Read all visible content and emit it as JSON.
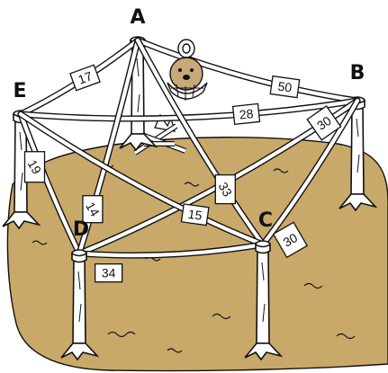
{
  "vertices": [
    {
      "id": "A",
      "label": "A"
    },
    {
      "id": "B",
      "label": "B"
    },
    {
      "id": "C",
      "label": "C"
    },
    {
      "id": "D",
      "label": "D"
    },
    {
      "id": "E",
      "label": "E"
    }
  ],
  "edges": [
    {
      "from": "A",
      "to": "E",
      "weight": "17"
    },
    {
      "from": "A",
      "to": "B",
      "weight": "50"
    },
    {
      "from": "E",
      "to": "B",
      "weight": "28"
    },
    {
      "from": "B",
      "to": "D",
      "weight": "30"
    },
    {
      "from": "E",
      "to": "D",
      "weight": "19"
    },
    {
      "from": "A",
      "to": "D",
      "weight": "14"
    },
    {
      "from": "A",
      "to": "C",
      "weight": "33"
    },
    {
      "from": "E",
      "to": "C",
      "weight": "15"
    },
    {
      "from": "B",
      "to": "C",
      "weight": "30"
    },
    {
      "from": "D",
      "to": "C",
      "weight": "34"
    }
  ],
  "colors": {
    "ground": "#C8A96A",
    "outline": "#111111",
    "rope_fill": "#FFFFFF",
    "beaver_fill": "#C9A979"
  },
  "icons": [
    "campfire-icon",
    "beaver-basket-icon"
  ]
}
